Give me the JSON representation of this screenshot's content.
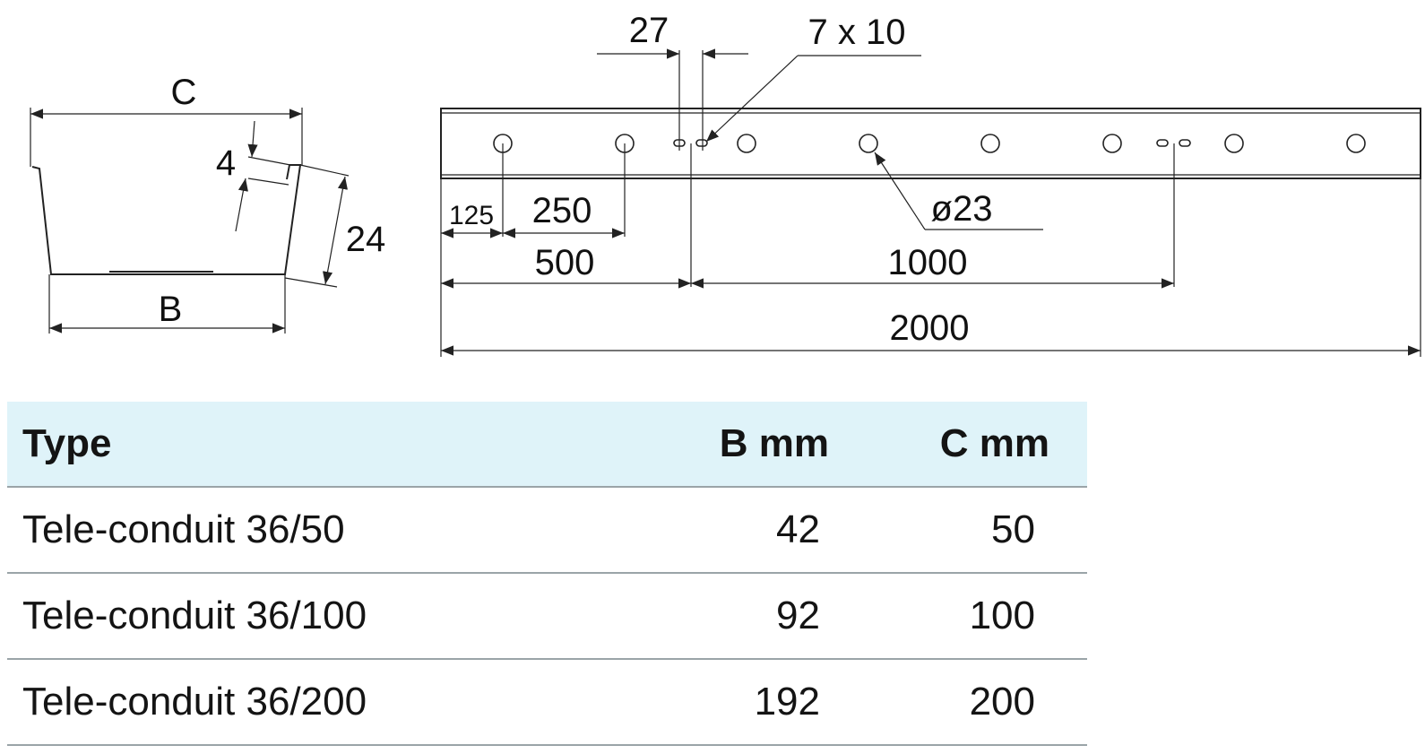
{
  "profile": {
    "c": "C",
    "b": "B",
    "lip": "4",
    "height": "24"
  },
  "rail": {
    "slot_pitch": "27",
    "slot_size": "7 x 10",
    "hole_diameter": "ø23",
    "offset_first": "125",
    "hole_pitch": "250",
    "to_first_slot": "500",
    "slot_spacing": "1000",
    "length": "2000"
  },
  "table": {
    "headers": {
      "type": "Type",
      "b": "B mm",
      "c": "C mm"
    },
    "rows": [
      {
        "type": "Tele-conduit 36/50",
        "b": "42",
        "c": "50"
      },
      {
        "type": "Tele-conduit 36/100",
        "b": "92",
        "c": "100"
      },
      {
        "type": "Tele-conduit 36/200",
        "b": "192",
        "c": "200"
      }
    ]
  },
  "colors": {
    "header_bg": "#dff3f9",
    "row_rule": "#9aa4a8",
    "ink": "#222222"
  }
}
